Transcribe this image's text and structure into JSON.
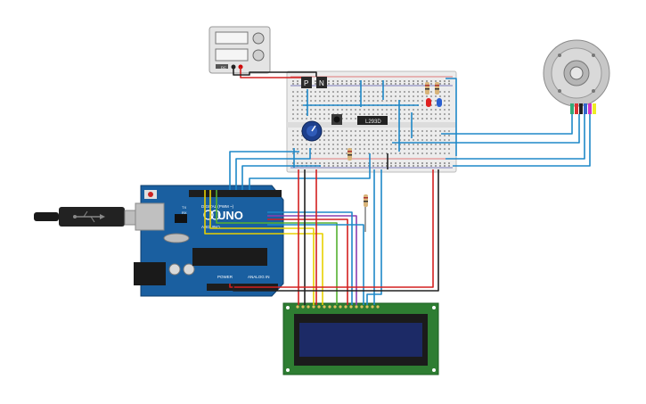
{
  "arduino": {
    "brand_text": "UNO",
    "digital_label": "DIGITAL (PWM ~)",
    "power_label": "POWER",
    "analog_label": "ANALOG IN",
    "tx_label": "TX",
    "rx_label": "RX",
    "arduino_text": "ARDUINO"
  },
  "breadboard": {
    "p_label": "P",
    "n_label": "N",
    "ic_label": "L293D"
  },
  "power_supply": {
    "dc_label": "DC"
  },
  "colors": {
    "wire_blue": "#1e88c8",
    "wire_red": "#d32020",
    "wire_black": "#222222",
    "wire_yellow": "#e8d000",
    "wire_green": "#55b030",
    "wire_purple": "#8a3fb0",
    "arduino_board": "#1a5fa0",
    "lcd_board": "#2e7d32",
    "lcd_screen": "#1c2a66"
  }
}
